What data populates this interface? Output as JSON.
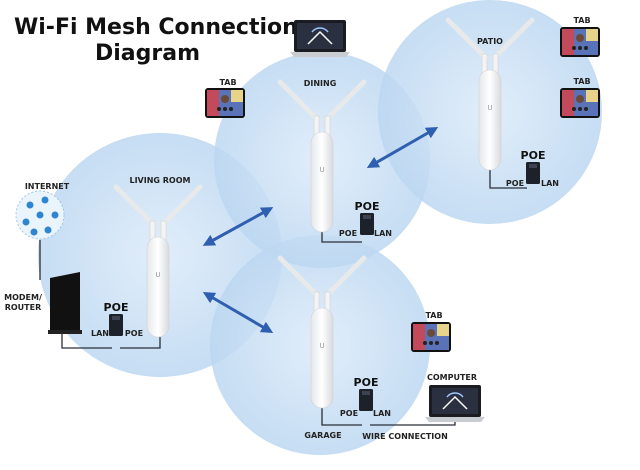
{
  "title_line1": "Wi-Fi Mesh Connection",
  "title_line2": "Diagram",
  "colors": {
    "coverage": "#cfe3f7",
    "arrow": "#2f5fb0",
    "poe_box": "#1d2129"
  },
  "rooms": {
    "living": "LIVING ROOM",
    "dining": "DINING",
    "patio": "PATIO",
    "garage": "GARAGE"
  },
  "devices": {
    "internet": "INTERNET",
    "modem_line1": "MODEM/",
    "modem_line2": "ROUTER",
    "tab": "TAB",
    "computer": "COMPUTER",
    "wire_connection": "WIRE CONNECTION"
  },
  "poe": {
    "title": "POE",
    "lan": "LAN",
    "poe_port": "POE"
  },
  "ap_logo": "U"
}
